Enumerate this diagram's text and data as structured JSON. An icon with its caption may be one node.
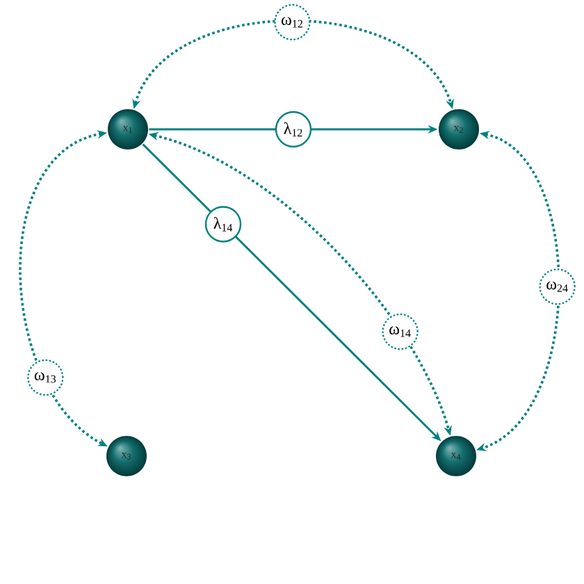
{
  "diagram": {
    "nodes": [
      {
        "text": [
          "x$_{1}$"
        ]
      },
      {
        "text": [
          "x$_{2}$"
        ]
      },
      {
        "text": [
          "x$_{3}$"
        ]
      },
      {
        "text": [
          "x$_{4}$"
        ]
      }
    ],
    "edges": [
      {
        "from": 0,
        "to": 1,
        "arrow": "both",
        "style": "dashed",
        "label": "ω$_{12}$"
      },
      {
        "from": 0,
        "to": 1,
        "arrow": "to",
        "label": "λ$_{12}$"
      },
      {
        "from": 0,
        "to": 3,
        "arrow": "to",
        "label": "λ$_{14}$"
      },
      {
        "from": 0,
        "to": 3,
        "arrow": "both",
        "style": "dashed",
        "label": "ω$_{14}$"
      },
      {
        "from": 0,
        "to": 2,
        "arrow": "both",
        "style": "dashed",
        "label": "ω$_{13}$"
      },
      {
        "from": 1,
        "to": 3,
        "arrow": "both",
        "style": "dashed",
        "label": "ω$_{24}$"
      }
    ]
  }
}
